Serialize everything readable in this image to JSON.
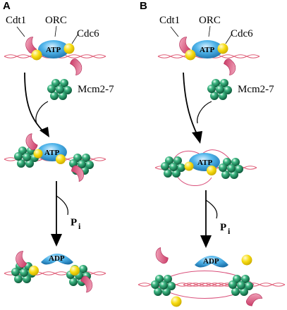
{
  "panels": [
    {
      "letter": "A",
      "labels": {
        "cdt1": "Cdt1",
        "orc": "ORC",
        "cdc6": "Cdc6",
        "mcm": "Mcm2-7",
        "pi": "P",
        "pi_sub": "i"
      },
      "states": {
        "initial": "ATP",
        "loaded": "ATP",
        "final": "ADP"
      }
    },
    {
      "letter": "B",
      "labels": {
        "cdt1": "Cdt1",
        "orc": "ORC",
        "cdc6": "Cdc6",
        "mcm": "Mcm2-7",
        "pi": "P",
        "pi_sub": "i"
      },
      "states": {
        "initial": "ATP",
        "loaded": "ATP",
        "final": "ADP"
      }
    }
  ],
  "colors": {
    "orc": "#3aa7e0",
    "cdc6": "#f5d800",
    "cdt1": "#d94f7a",
    "mcm": "#1f8f63",
    "dna": "#e0607a"
  }
}
